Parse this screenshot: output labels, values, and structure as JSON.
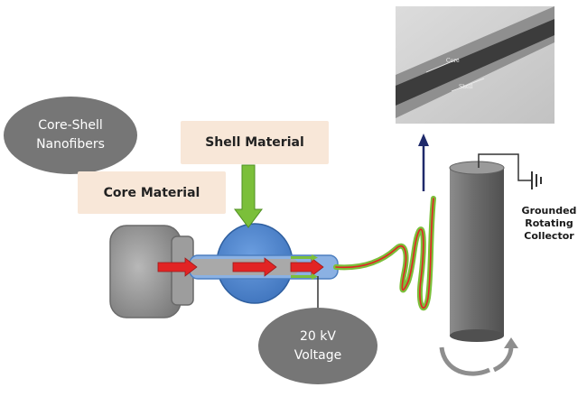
{
  "labels": {
    "core_shell": [
      "Core-Shell",
      "Nanofibers"
    ],
    "shell_material": "Shell Material",
    "core_material": "Core Material",
    "voltage": [
      "20 kV",
      "Voltage"
    ],
    "collector": [
      "Grounded",
      "Rotating",
      "Collector"
    ]
  },
  "micrograph": {
    "core_label": "Core",
    "shell_label": "Shell"
  },
  "colors": {
    "pump_gray": "#9a9a9a",
    "chamber_blue": "#4f86cc",
    "core_red": "#e22424",
    "shell_green": "#7bbf3a",
    "bubble_gray": "#767676",
    "tag_peach": "#f8e7d8",
    "arrow_navy": "#1f2a6b"
  }
}
